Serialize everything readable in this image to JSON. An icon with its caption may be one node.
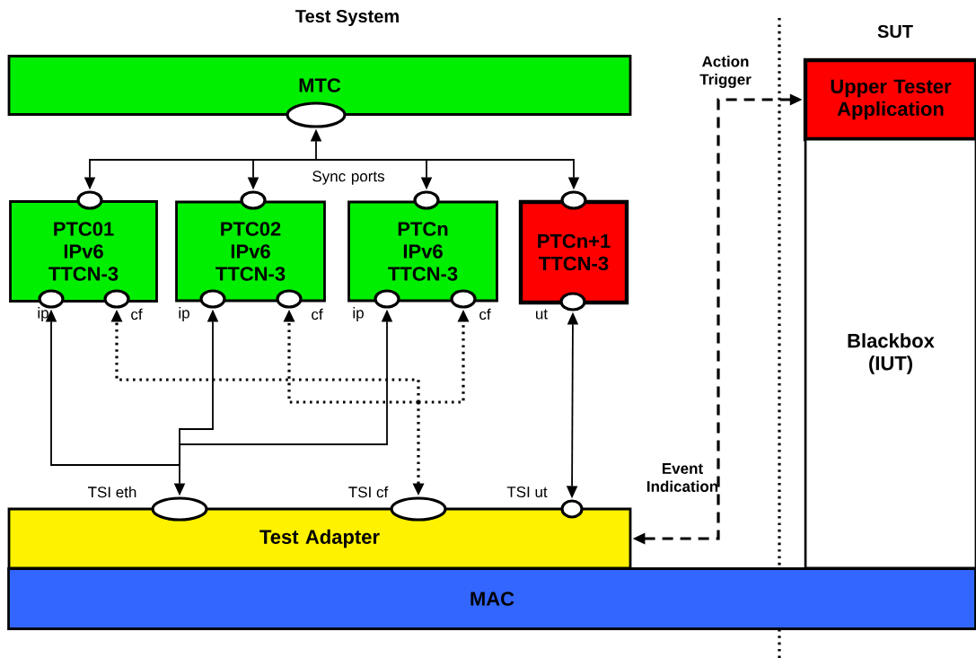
{
  "diagram": {
    "title": "Test System",
    "nodes": [
      {
        "text": [
          "MTC"
        ]
      },
      {
        "text": [],
        "shape": "circle"
      },
      {
        "text": [
          "PTC01 IPv6 TTCN-3"
        ]
      },
      {
        "text": [],
        "shape": "circle"
      },
      {
        "text": [],
        "shape": "circle",
        "beside": [
          "ip"
        ]
      },
      {
        "text": [],
        "shape": "circle",
        "beside": [
          "cf"
        ]
      },
      {
        "text": [
          "PTC02 IPv6 TTCN-3"
        ]
      },
      {
        "text": [],
        "shape": "circle"
      },
      {
        "text": [],
        "shape": "circle",
        "beside": [
          "ip"
        ]
      },
      {
        "text": [],
        "shape": "circle",
        "beside": [
          "cf"
        ]
      },
      {
        "text": [
          "PTCn IPv6 TTCN-3"
        ]
      },
      {
        "text": [],
        "shape": "circle"
      },
      {
        "text": [],
        "shape": "circle",
        "beside": [
          "ip"
        ]
      },
      {
        "text": [],
        "shape": "circle",
        "beside": [
          "cf"
        ]
      },
      {
        "text": [
          "PTCn+1 TTCN-3"
        ]
      },
      {
        "text": [],
        "shape": "circle"
      },
      {
        "text": [],
        "shape": "circle",
        "beside": [
          "ut"
        ]
      },
      {
        "text": [
          "Upper Tester Application"
        ]
      },
      {
        "text": [
          "Blackbox (IUT)"
        ]
      },
      {
        "text": [
          "Test Adapter"
        ]
      },
      {
        "text": [],
        "shape": "circle",
        "beside": [
          "TSI eth"
        ]
      },
      {
        "text": [],
        "shape": "circle",
        "beside": [
          "TSI cf"
        ]
      },
      {
        "text": [],
        "shape": "circle",
        "beside": [
          "TSI ut"
        ]
      },
      {
        "text": [
          "MAC"
        ]
      }
    ],
    "edges": [
      {
        "from": 1,
        "to": 3,
        "arrow": "both"
      },
      {
        "from": 1,
        "to": 7,
        "arrow": "both"
      },
      {
        "from": 1,
        "to": 11,
        "arrow": "both"
      },
      {
        "from": 1,
        "to": 15,
        "arrow": "both"
      },
      {
        "from": 20,
        "to": 4,
        "arrow": "both"
      },
      {
        "from": 20,
        "to": 8,
        "arrow": "both"
      },
      {
        "from": 20,
        "to": 12,
        "arrow": "both"
      },
      {
        "from": 21,
        "to": 5,
        "arrow": "both",
        "style": "dashed"
      },
      {
        "from": 21,
        "to": 9,
        "arrow": "both",
        "style": "dashed"
      },
      {
        "from": 21,
        "to": 13,
        "arrow": "both",
        "style": "dashed"
      },
      {
        "from": 22,
        "to": 16,
        "arrow": "both"
      },
      {
        "from": 19,
        "to": 17,
        "arrow": "both",
        "style": "dashed",
        "label": "Action Trigger"
      }
    ],
    "labels": [
      "SUT",
      "Sync ports",
      "Event Indication"
    ]
  }
}
